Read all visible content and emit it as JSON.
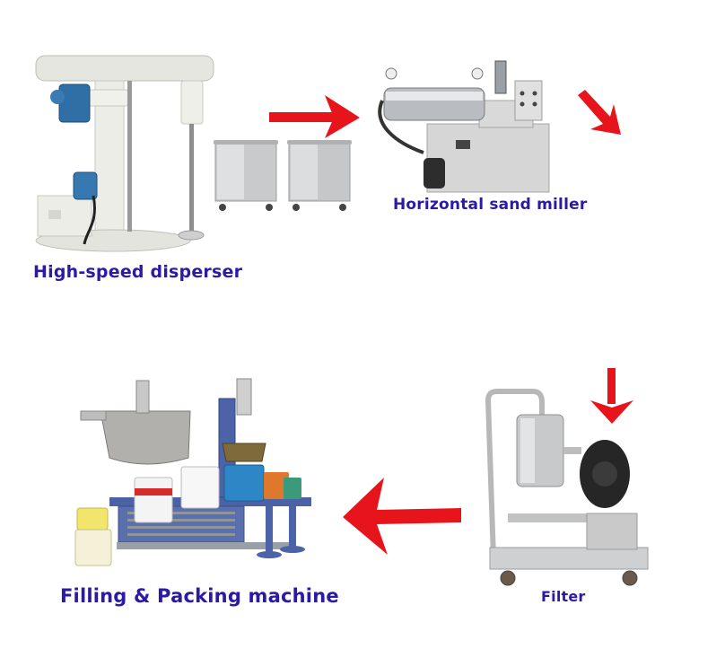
{
  "diagram": {
    "type": "process-flow",
    "colors": {
      "arrow": "#e8141c",
      "label_text": "#2a1aa6",
      "background": "#ffffff"
    },
    "steps": [
      {
        "id": "disperser",
        "label": "High-speed disperser",
        "order": 1
      },
      {
        "id": "miller",
        "label": "Horizontal sand miller",
        "order": 2
      },
      {
        "id": "filter",
        "label": "Filter",
        "order": 3
      },
      {
        "id": "filling",
        "label": "Filling & Packing machine",
        "order": 4
      }
    ],
    "arrows": [
      {
        "from": "disperser",
        "to": "miller",
        "direction": "right"
      },
      {
        "from": "miller",
        "to": "filter",
        "direction": "down-right"
      },
      {
        "from": "miller",
        "to": "filter",
        "direction": "down"
      },
      {
        "from": "filter",
        "to": "filling",
        "direction": "left"
      }
    ]
  }
}
